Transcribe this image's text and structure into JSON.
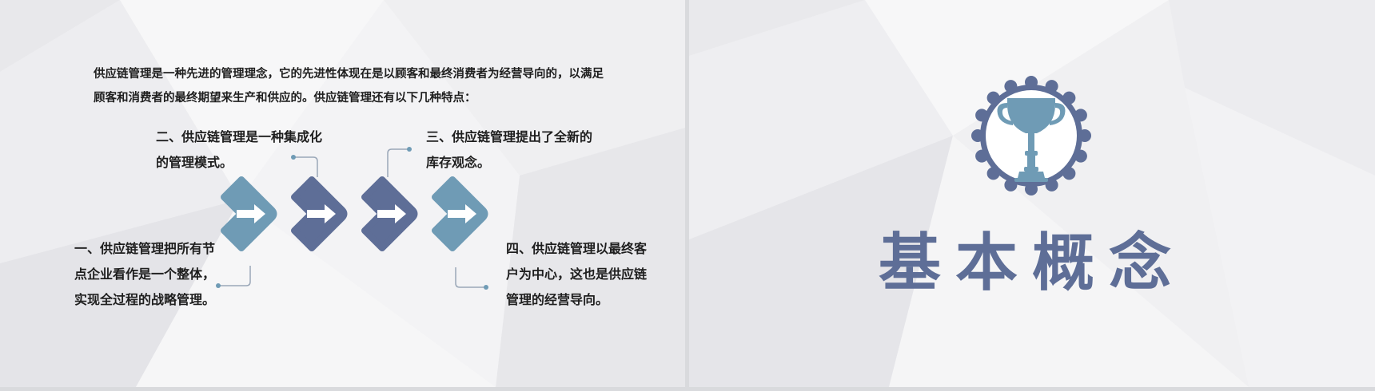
{
  "left_slide": {
    "intro_text": "供应链管理是一种先进的管理理念，它的先进性体现在是以顾客和最终消费者为经营导向的，以满足顾客和消费者的最终期望来生产和供应的。供应链管理还有以下几种特点：",
    "points": {
      "one": "一、供应链管理把所有节点企业看作是一个整体，实现全过程的战略管理。",
      "two": "二、供应链管理是一种集成化的管理模式。",
      "three": "三、供应链管理提出了全新的库存观念。",
      "four": "四、供应链管理以最终客户为中心，这也是供应链管理的经营导向。"
    }
  },
  "right_slide": {
    "title": "基本概念",
    "icon": "trophy-icon"
  },
  "colors": {
    "steel_blue": "#6f9bb5",
    "slate_blue": "#5e6e97",
    "text_dark": "#1e1e1e"
  }
}
